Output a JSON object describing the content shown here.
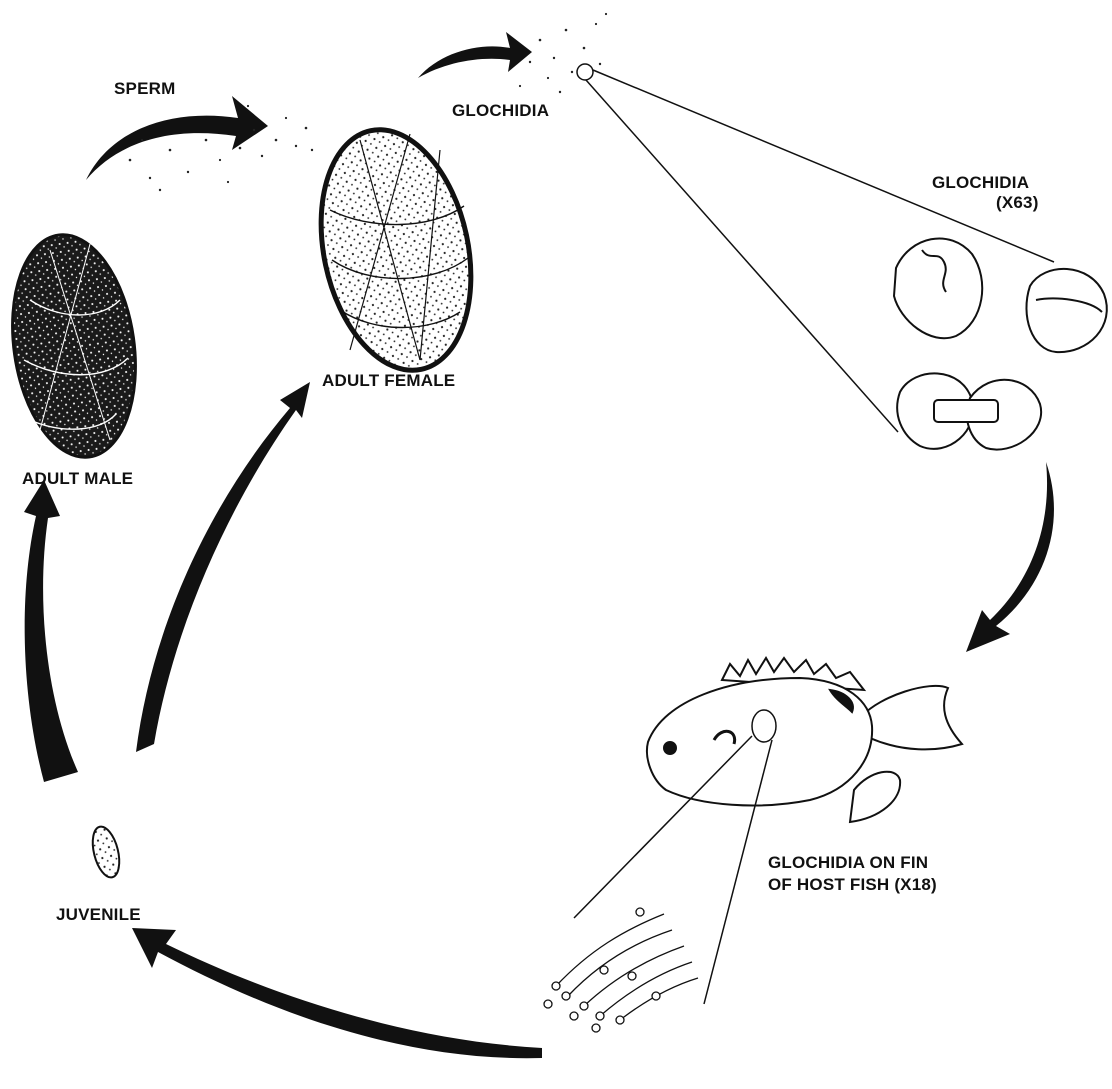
{
  "labels": {
    "sperm": "SPERM",
    "glochidia": "GLOCHIDIA",
    "glochidia_magnified_line1": "GLOCHIDIA",
    "glochidia_magnified_line2": "(X63)",
    "adult_female": "ADULT FEMALE",
    "adult_male": "ADULT MALE",
    "glochidia_on_fin_line1": "GLOCHIDIA ON FIN",
    "glochidia_on_fin_line2": "OF HOST FISH (X18)",
    "juvenile": "JUVENILE"
  },
  "colors": {
    "ink": "#111111",
    "paper": "#ffffff"
  }
}
